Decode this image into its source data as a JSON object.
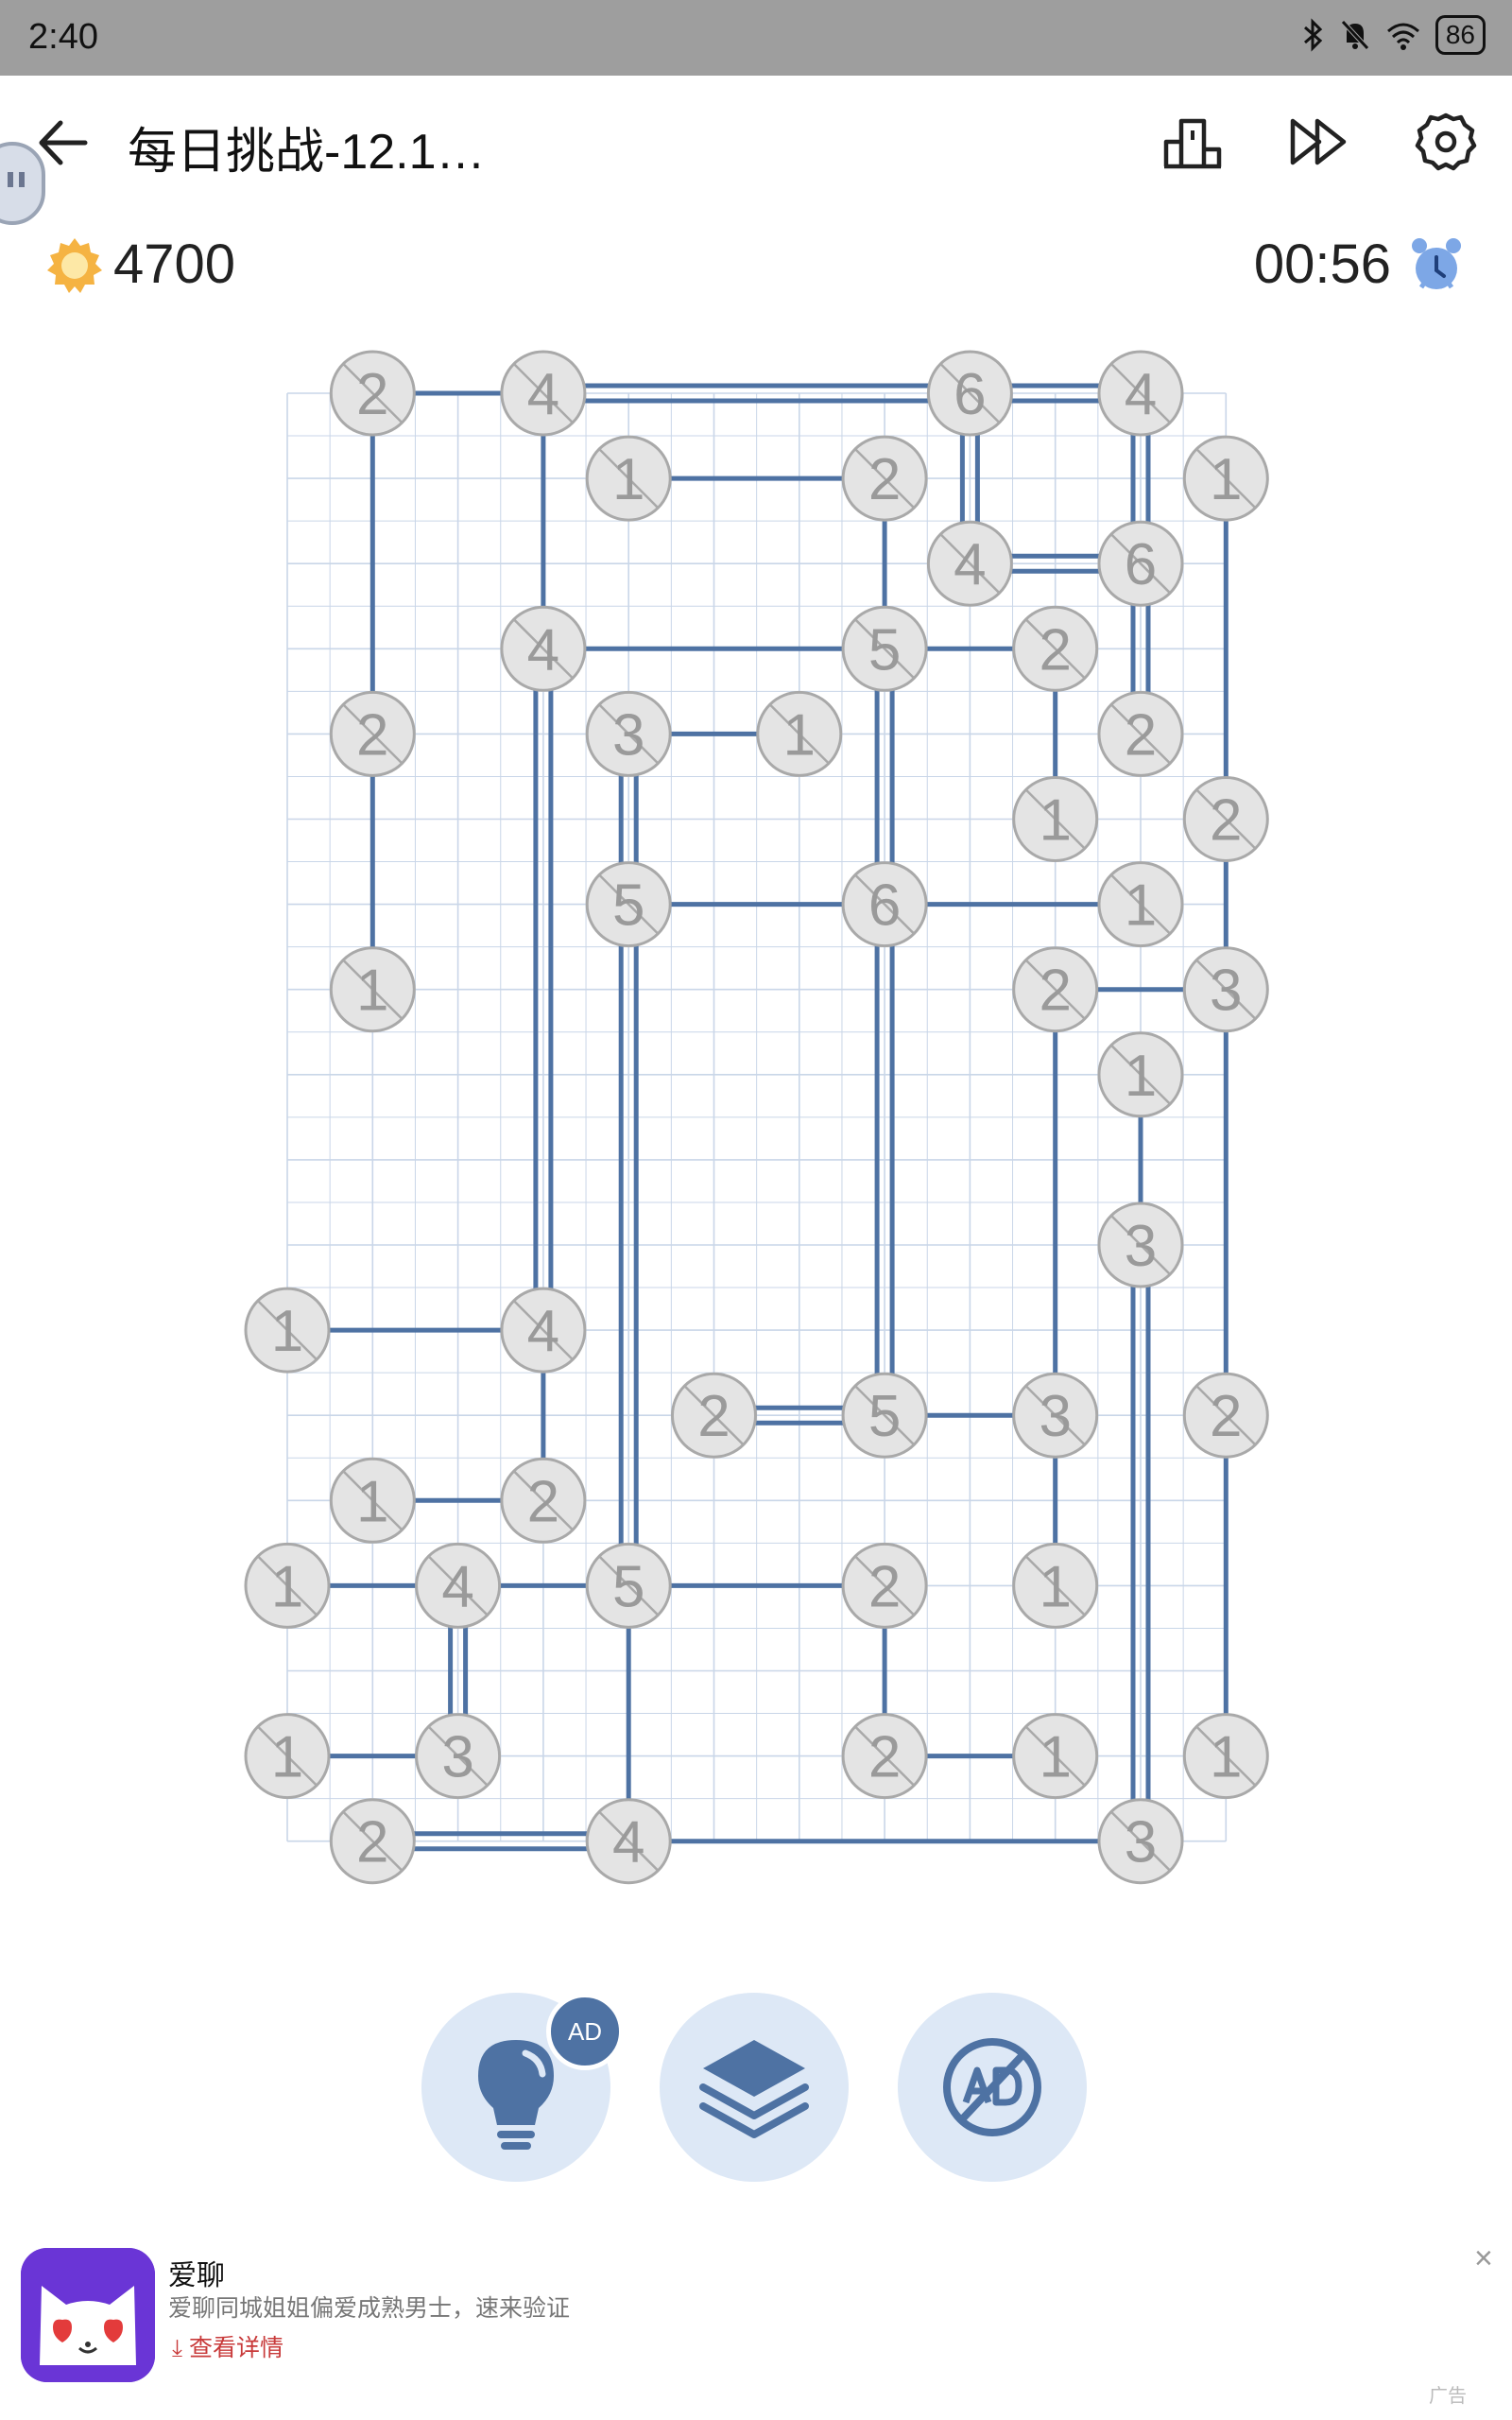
{
  "status_bar": {
    "time": "2:40",
    "battery": "86"
  },
  "header": {
    "title": "每日挑战-12.1…",
    "back_icon": "arrow-left-icon",
    "rank_icon": "podium-icon",
    "skip_icon": "fast-forward-icon",
    "settings_icon": "gear-icon"
  },
  "score": {
    "coins": "4700",
    "timer": "00:56"
  },
  "colors": {
    "bridge": "#4e72a3",
    "node_fill": "#e4e4e4",
    "node_stroke": "#a9a9a9",
    "grid": "#c9d6e8",
    "tool_bg": "#dde8f6"
  },
  "puzzle": {
    "columns": 12,
    "rows": 18,
    "islands": [
      {
        "id": "a",
        "col": 1,
        "row": 0,
        "n": "2"
      },
      {
        "id": "b",
        "col": 3,
        "row": 0,
        "n": "4"
      },
      {
        "id": "c",
        "col": 8,
        "row": 0,
        "n": "6"
      },
      {
        "id": "d",
        "col": 10,
        "row": 0,
        "n": "4"
      },
      {
        "id": "e",
        "col": 4,
        "row": 1,
        "n": "1"
      },
      {
        "id": "f",
        "col": 7,
        "row": 1,
        "n": "2"
      },
      {
        "id": "g",
        "col": 11,
        "row": 1,
        "n": "1"
      },
      {
        "id": "h",
        "col": 8,
        "row": 2,
        "n": "4"
      },
      {
        "id": "i",
        "col": 10,
        "row": 2,
        "n": "6"
      },
      {
        "id": "j",
        "col": 3,
        "row": 3,
        "n": "4"
      },
      {
        "id": "k",
        "col": 7,
        "row": 3,
        "n": "5"
      },
      {
        "id": "l",
        "col": 9,
        "row": 3,
        "n": "2"
      },
      {
        "id": "m",
        "col": 1,
        "row": 4,
        "n": "2"
      },
      {
        "id": "n",
        "col": 4,
        "row": 4,
        "n": "3"
      },
      {
        "id": "o",
        "col": 6,
        "row": 4,
        "n": "1"
      },
      {
        "id": "p",
        "col": 10,
        "row": 4,
        "n": "2"
      },
      {
        "id": "q",
        "col": 9,
        "row": 5,
        "n": "1"
      },
      {
        "id": "r",
        "col": 11,
        "row": 5,
        "n": "2"
      },
      {
        "id": "s",
        "col": 4,
        "row": 6,
        "n": "5"
      },
      {
        "id": "t",
        "col": 7,
        "row": 6,
        "n": "6"
      },
      {
        "id": "u",
        "col": 10,
        "row": 6,
        "n": "1"
      },
      {
        "id": "v",
        "col": 1,
        "row": 7,
        "n": "1"
      },
      {
        "id": "w",
        "col": 9,
        "row": 7,
        "n": "2"
      },
      {
        "id": "x",
        "col": 11,
        "row": 7,
        "n": "3"
      },
      {
        "id": "y",
        "col": 10,
        "row": 8,
        "n": "1"
      },
      {
        "id": "z",
        "col": 10,
        "row": 10,
        "n": "3"
      },
      {
        "id": "A",
        "col": 0,
        "row": 11,
        "n": "1"
      },
      {
        "id": "B",
        "col": 3,
        "row": 11,
        "n": "4"
      },
      {
        "id": "C",
        "col": 5,
        "row": 12,
        "n": "2"
      },
      {
        "id": "D",
        "col": 7,
        "row": 12,
        "n": "5"
      },
      {
        "id": "E",
        "col": 9,
        "row": 12,
        "n": "3"
      },
      {
        "id": "F",
        "col": 11,
        "row": 12,
        "n": "2"
      },
      {
        "id": "G",
        "col": 1,
        "row": 13,
        "n": "1"
      },
      {
        "id": "H",
        "col": 3,
        "row": 13,
        "n": "2"
      },
      {
        "id": "I",
        "col": 0,
        "row": 14,
        "n": "1"
      },
      {
        "id": "J",
        "col": 2,
        "row": 14,
        "n": "4"
      },
      {
        "id": "K",
        "col": 4,
        "row": 14,
        "n": "5"
      },
      {
        "id": "L",
        "col": 7,
        "row": 14,
        "n": "2"
      },
      {
        "id": "M",
        "col": 9,
        "row": 14,
        "n": "1"
      },
      {
        "id": "N",
        "col": 0,
        "row": 16,
        "n": "1"
      },
      {
        "id": "O",
        "col": 2,
        "row": 16,
        "n": "3"
      },
      {
        "id": "P",
        "col": 7,
        "row": 16,
        "n": "2"
      },
      {
        "id": "Q",
        "col": 9,
        "row": 16,
        "n": "1"
      },
      {
        "id": "R",
        "col": 11,
        "row": 16,
        "n": "1"
      },
      {
        "id": "S",
        "col": 1,
        "row": 17,
        "n": "2"
      },
      {
        "id": "T",
        "col": 4,
        "row": 17,
        "n": "4"
      },
      {
        "id": "U",
        "col": 10,
        "row": 17,
        "n": "3"
      }
    ],
    "bridges": [
      {
        "a": "a",
        "b": "b",
        "count": 1
      },
      {
        "a": "a",
        "b": "m",
        "count": 1
      },
      {
        "a": "b",
        "b": "c",
        "count": 2
      },
      {
        "a": "b",
        "b": "j",
        "count": 1
      },
      {
        "a": "c",
        "b": "d",
        "count": 2
      },
      {
        "a": "c",
        "b": "h",
        "count": 2
      },
      {
        "a": "d",
        "b": "i",
        "count": 2
      },
      {
        "a": "e",
        "b": "f",
        "count": 1
      },
      {
        "a": "f",
        "b": "k",
        "count": 1
      },
      {
        "a": "g",
        "b": "r",
        "count": 1
      },
      {
        "a": "h",
        "b": "i",
        "count": 2
      },
      {
        "a": "i",
        "b": "p",
        "count": 2
      },
      {
        "a": "j",
        "b": "k",
        "count": 1
      },
      {
        "a": "j",
        "b": "B",
        "count": 2
      },
      {
        "a": "k",
        "b": "l",
        "count": 1
      },
      {
        "a": "k",
        "b": "t",
        "count": 2
      },
      {
        "a": "l",
        "b": "q",
        "count": 1
      },
      {
        "a": "m",
        "b": "v",
        "count": 1
      },
      {
        "a": "n",
        "b": "o",
        "count": 1
      },
      {
        "a": "n",
        "b": "s",
        "count": 2
      },
      {
        "a": "r",
        "b": "x",
        "count": 1
      },
      {
        "a": "s",
        "b": "t",
        "count": 1
      },
      {
        "a": "s",
        "b": "K",
        "count": 2
      },
      {
        "a": "t",
        "b": "u",
        "count": 1
      },
      {
        "a": "t",
        "b": "D",
        "count": 2
      },
      {
        "a": "w",
        "b": "x",
        "count": 1
      },
      {
        "a": "w",
        "b": "E",
        "count": 1
      },
      {
        "a": "x",
        "b": "F",
        "count": 1
      },
      {
        "a": "y",
        "b": "z",
        "count": 1
      },
      {
        "a": "z",
        "b": "U",
        "count": 2
      },
      {
        "a": "A",
        "b": "B",
        "count": 1
      },
      {
        "a": "B",
        "b": "H",
        "count": 1
      },
      {
        "a": "C",
        "b": "D",
        "count": 2
      },
      {
        "a": "D",
        "b": "E",
        "count": 1
      },
      {
        "a": "E",
        "b": "M",
        "count": 1
      },
      {
        "a": "F",
        "b": "R",
        "count": 1
      },
      {
        "a": "G",
        "b": "H",
        "count": 1
      },
      {
        "a": "I",
        "b": "J",
        "count": 1
      },
      {
        "a": "J",
        "b": "K",
        "count": 1
      },
      {
        "a": "J",
        "b": "O",
        "count": 2
      },
      {
        "a": "K",
        "b": "L",
        "count": 1
      },
      {
        "a": "K",
        "b": "T",
        "count": 1
      },
      {
        "a": "L",
        "b": "P",
        "count": 1
      },
      {
        "a": "N",
        "b": "O",
        "count": 1
      },
      {
        "a": "P",
        "b": "Q",
        "count": 1
      },
      {
        "a": "S",
        "b": "T",
        "count": 2
      },
      {
        "a": "T",
        "b": "U",
        "count": 1
      }
    ]
  },
  "toolbar": {
    "hint_icon": "lightbulb-icon",
    "hint_badge": "AD",
    "layers_icon": "layers-icon",
    "noad_icon": "no-ads-icon"
  },
  "ad": {
    "app_name": "爱聊",
    "description": "爱聊同城姐姐偏爱成熟男士，速来验证",
    "cta": "查看详情",
    "close": "×",
    "mark": "广告"
  }
}
